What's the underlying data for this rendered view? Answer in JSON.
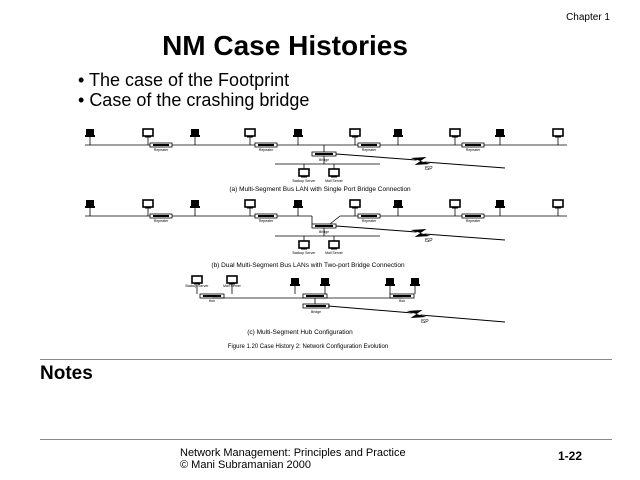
{
  "header": {
    "chapter": "Chapter 1"
  },
  "title": "NM Case Histories",
  "bullets": [
    "The case of the Footprint",
    "Case of the crashing bridge"
  ],
  "figure": {
    "labels": {
      "repeater": "Repeater",
      "bridge": "Bridge",
      "backup_server": "Backup Server",
      "mail_server": "Mail Server",
      "hub": "Hub",
      "isp": "ISP"
    },
    "captions": {
      "a": "(a) Multi-Segment Bus LAN with Single Port Bridge Connection",
      "b": "(b) Dual Multi-Segment Bus LANs with Two-port Bridge Connection",
      "c": "(c) Multi-Segment Hub Configuration",
      "figure": "Figure 1.20  Case History 2:  Network Configuration Evolution"
    }
  },
  "notes_heading": "Notes",
  "footer": {
    "line1": "Network Management: Principles and Practice",
    "line2": "©  Mani Subramanian 2000",
    "page": "1-22"
  }
}
